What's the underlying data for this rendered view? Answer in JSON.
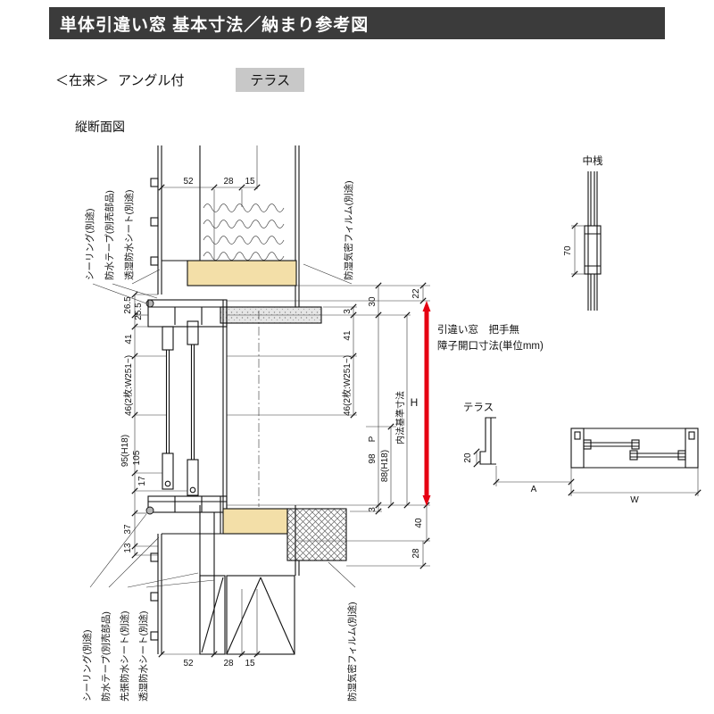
{
  "header": {
    "title": "単体引違い窓 基本寸法／納まり参考図"
  },
  "subheader": {
    "zairai": "＜在来＞",
    "angle": "アングル付",
    "terrace": "テラス"
  },
  "section_title": "縦断面図",
  "colors": {
    "accent_red": "#e60012",
    "wood": "#f3dfa8",
    "header_bg": "#3b3b3b",
    "chip_bg": "#c8c8c8"
  },
  "vertical_section": {
    "top_dims": {
      "d52": "52",
      "d28": "28",
      "d15": "15"
    },
    "bottom_dims": {
      "d52": "52",
      "d28": "28",
      "d15": "15"
    },
    "top_left_labels": {
      "sealing": "シーリング(別途)",
      "tape": "防水テープ(別売部品)",
      "sheet": "透湿防水シート(別途)"
    },
    "top_right_label": "防湿気密フィルム(別途)",
    "bottom_left_labels": {
      "sealing": "シーリング(別途)",
      "tape": "防水テープ(別売部品)",
      "sakibari": "先張防水シート(別途)",
      "sheet": "透湿防水シート(別途)"
    },
    "bottom_right_label": "防湿気密フィルム(別途)",
    "left_dims": {
      "d265": "26.5",
      "d255": "25.5",
      "d41": "41",
      "d46": "46(2枚:W251~)",
      "d95": "95(H18)",
      "d105": "105",
      "d17": "17",
      "d37": "37",
      "d13": "13"
    },
    "right_dims": {
      "d22": "22",
      "d30": "30",
      "d3_top": "3",
      "d41": "41",
      "d46": "46(2枚:W251~)",
      "p": "P",
      "d98": "98",
      "d88": "88(H18)",
      "uchinori": "内法基準寸法",
      "h": "H",
      "d3_bottom": "3",
      "d40": "40",
      "d28": "28"
    }
  },
  "nakazan": {
    "title": "中桟",
    "d70": "70"
  },
  "note": {
    "line1": "引違い窓　把手無",
    "line2": "障子開口寸法(単位mm)"
  },
  "terrace_detail": {
    "title": "テラス",
    "d20": "20",
    "dim_a": "A",
    "dim_w": "W"
  }
}
